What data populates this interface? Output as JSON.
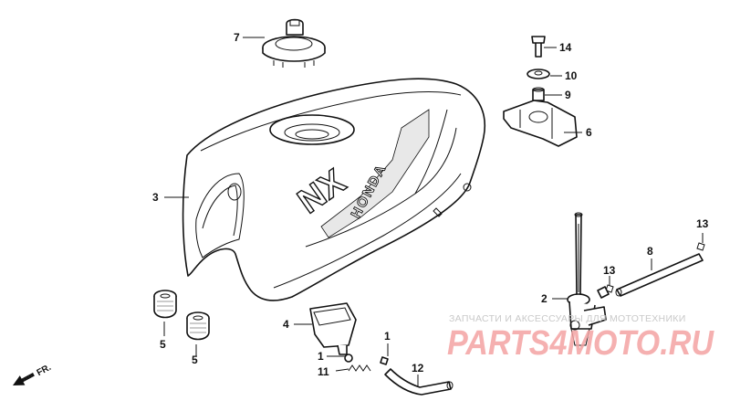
{
  "diagram": {
    "callouts": [
      {
        "id": "c7",
        "label": "7"
      },
      {
        "id": "c14",
        "label": "14"
      },
      {
        "id": "c10",
        "label": "10"
      },
      {
        "id": "c9",
        "label": "9"
      },
      {
        "id": "c6",
        "label": "6"
      },
      {
        "id": "c3",
        "label": "3"
      },
      {
        "id": "c13a",
        "label": "13"
      },
      {
        "id": "c8",
        "label": "8"
      },
      {
        "id": "c13b",
        "label": "13"
      },
      {
        "id": "c2",
        "label": "2"
      },
      {
        "id": "c4",
        "label": "4"
      },
      {
        "id": "c5a",
        "label": "5"
      },
      {
        "id": "c5b",
        "label": "5"
      },
      {
        "id": "c1a",
        "label": "1"
      },
      {
        "id": "c1b",
        "label": "1"
      },
      {
        "id": "c11",
        "label": "11"
      },
      {
        "id": "c12",
        "label": "12"
      }
    ],
    "front_marker": "FR.",
    "tank_brand": "HONDA",
    "tank_model_mark": "NX"
  },
  "watermark": {
    "tagline": "ЗАПЧАСТИ И АКСЕССУАРЫ ДЛЯ МОТОТЕХНИКИ",
    "logo_text": "PARTS4MOTO.RU",
    "logo_color": "#f4a3a3",
    "tagline_color": "#c9c9c9"
  },
  "colors": {
    "ink": "#111111",
    "background": "#ffffff"
  }
}
